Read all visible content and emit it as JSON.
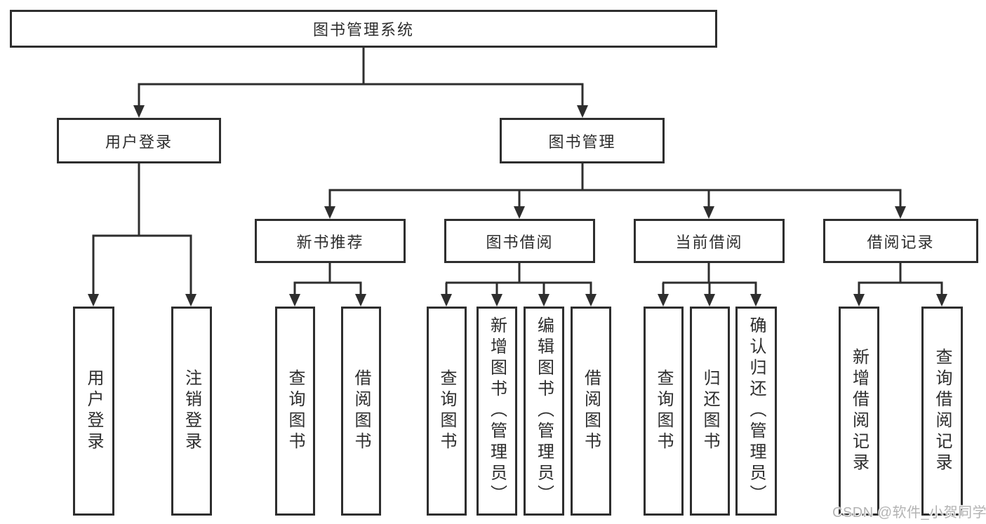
{
  "diagram": {
    "title": "图书管理系统",
    "root": {
      "label": "图书管理系统"
    },
    "level2": [
      {
        "id": "user-login",
        "label": "用户登录",
        "parent": "图书管理系统"
      },
      {
        "id": "book-management",
        "label": "图书管理",
        "parent": "图书管理系统"
      }
    ],
    "level3": [
      {
        "id": "new-book-recommend",
        "label": "新书推荐",
        "parent": "图书管理"
      },
      {
        "id": "book-borrow",
        "label": "图书借阅",
        "parent": "图书管理"
      },
      {
        "id": "current-borrow",
        "label": "当前借阅",
        "parent": "图书管理"
      },
      {
        "id": "borrow-records",
        "label": "借阅记录",
        "parent": "图书管理"
      }
    ],
    "leaves": [
      {
        "id": "leaf-user-login",
        "label": "用户登录",
        "parent": "用户登录"
      },
      {
        "id": "leaf-logout",
        "label": "注销登录",
        "parent": "用户登录"
      },
      {
        "id": "leaf-query-books-recommend",
        "label": "查询图书",
        "parent": "新书推荐"
      },
      {
        "id": "leaf-borrow-books-recommend",
        "label": "借阅图书",
        "parent": "新书推荐"
      },
      {
        "id": "leaf-query-books-borrow",
        "label": "查询图书",
        "parent": "图书借阅"
      },
      {
        "id": "leaf-add-books-admin",
        "label": "新增图书（管理员）",
        "parent": "图书借阅"
      },
      {
        "id": "leaf-edit-books-admin",
        "label": "编辑图书（管理员）",
        "parent": "图书借阅"
      },
      {
        "id": "leaf-borrow-books",
        "label": "借阅图书",
        "parent": "图书借阅"
      },
      {
        "id": "leaf-query-books-current",
        "label": "查询图书",
        "parent": "当前借阅"
      },
      {
        "id": "leaf-return-books",
        "label": "归还图书",
        "parent": "当前借阅"
      },
      {
        "id": "leaf-confirm-return-admin",
        "label": "确认归还（管理员）",
        "parent": "当前借阅"
      },
      {
        "id": "leaf-add-borrow-record",
        "label": "新增借阅记录",
        "parent": "借阅记录"
      },
      {
        "id": "leaf-query-borrow-record",
        "label": "查询借阅记录",
        "parent": "借阅记录"
      }
    ],
    "watermark": "CSDN @软件_小贺同学",
    "colors": {
      "line": "#2e2e2e",
      "text": "#2d2d2d",
      "background": "#ffffff",
      "watermark": "#b3b3b3"
    }
  }
}
